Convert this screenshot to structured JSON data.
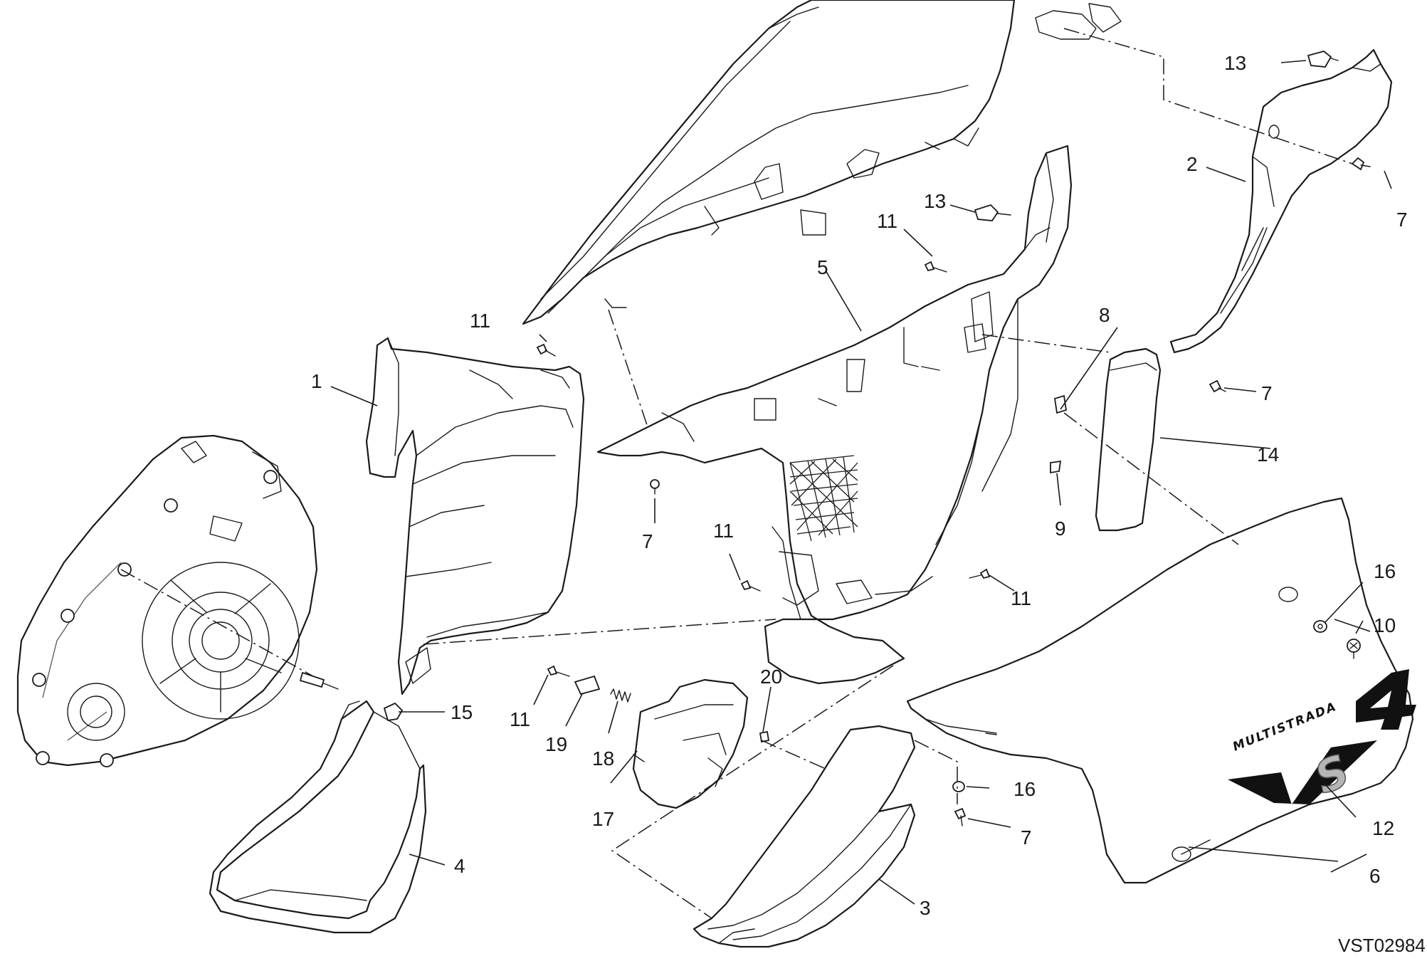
{
  "diagram": {
    "reference_code": "VST02984",
    "decal": {
      "text": "MULTISTRADA",
      "logo_main": "V4",
      "logo_suffix": "S"
    },
    "callouts": {
      "c1": "1",
      "c2": "2",
      "c3": "3",
      "c4": "4",
      "c5": "5",
      "c6": "6",
      "c7a": "7",
      "c7b": "7",
      "c7c": "7",
      "c7d": "7",
      "c8": "8",
      "c9": "9",
      "c10": "10",
      "c11a": "11",
      "c11b": "11",
      "c11c": "11",
      "c11d": "11",
      "c11e": "11",
      "c12": "12",
      "c13a": "13",
      "c13b": "13",
      "c14": "14",
      "c15": "15",
      "c16a": "16",
      "c16b": "16",
      "c17": "17",
      "c18": "18",
      "c19": "19",
      "c20": "20"
    }
  }
}
